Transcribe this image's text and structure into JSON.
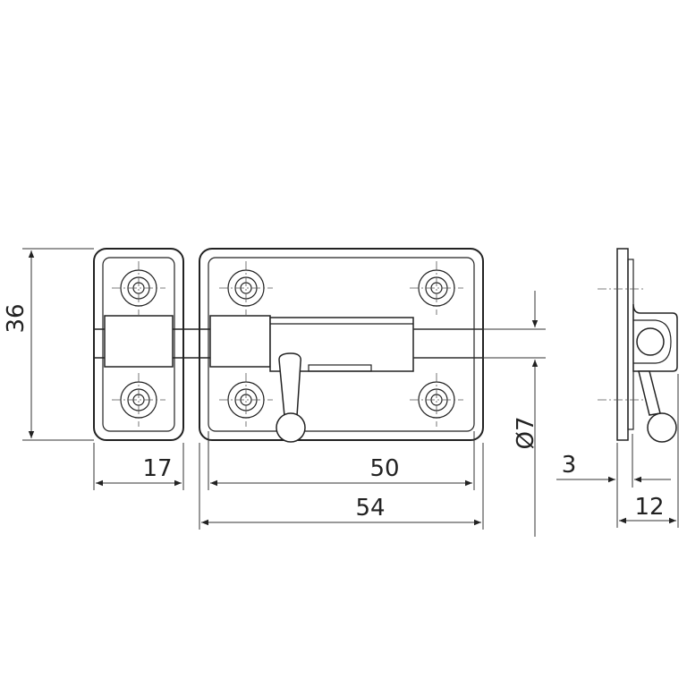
{
  "drawing": {
    "title": "Sliding door bolt – dimension drawing",
    "dimensions": {
      "height": "36",
      "keeper_width": "17",
      "plate_width": "50",
      "overall_width": "54",
      "bolt_diameter": "Ø7",
      "plate_thickness": "3",
      "depth": "12"
    }
  }
}
